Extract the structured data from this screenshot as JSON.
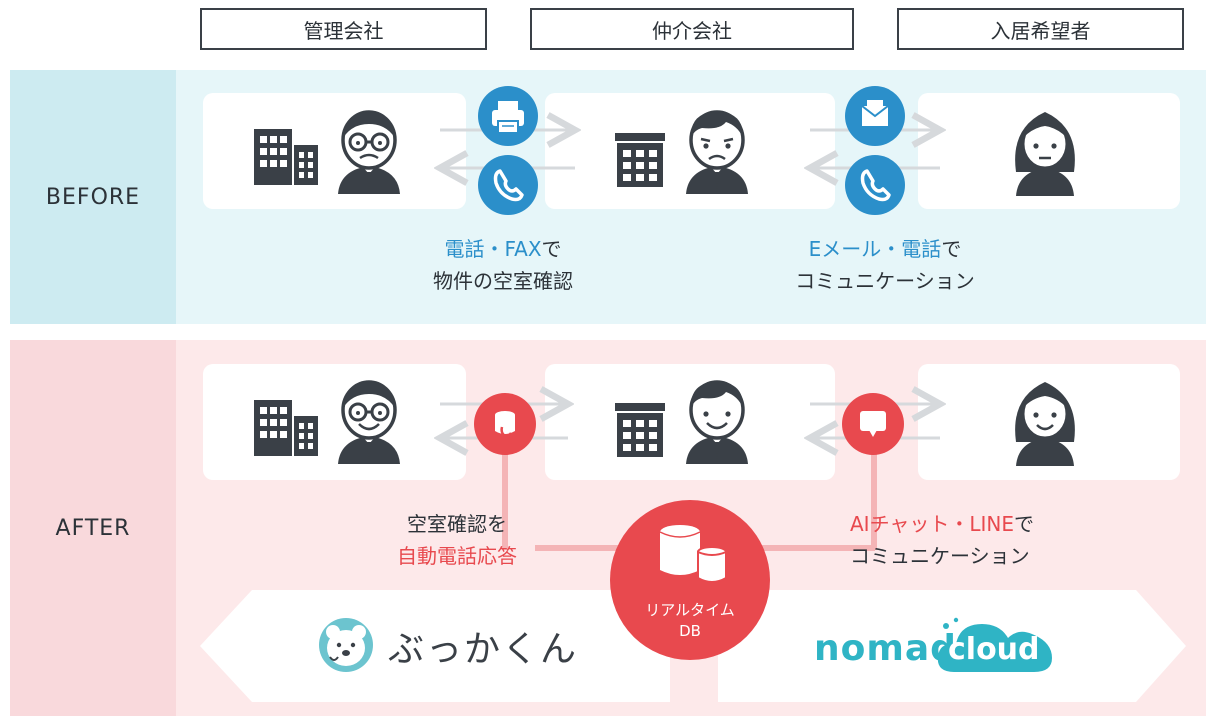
{
  "roles": {
    "management": "管理会社",
    "broker": "仲介会社",
    "applicant": "入居希望者"
  },
  "before": {
    "label": "BEFORE",
    "caption_left_highlight": "電話・FAX",
    "caption_left_suffix": "で",
    "caption_left_line2": "物件の空室確認",
    "caption_right_highlight": "Eメール・電話",
    "caption_right_suffix": "で",
    "caption_right_line2": "コミュニケーション"
  },
  "after": {
    "label": "AFTER",
    "caption_left_line1": "空室確認を",
    "caption_left_highlight": "自動電話応答",
    "caption_right_highlight": "AIチャット・LINE",
    "caption_right_suffix": "で",
    "caption_right_line2": "コミュニケーション",
    "db_label_line1": "リアルタイム",
    "db_label_line2": "DB",
    "product_left": "ぶっかくん",
    "product_right_1": "nomad",
    "product_right_2": "cloud"
  },
  "colors": {
    "before_bg": "#e6f6f9",
    "before_label_bg": "#cdebf1",
    "after_bg": "#fde9ea",
    "after_label_bg": "#f9d9dc",
    "blue_accent": "#2b8fca",
    "red_accent": "#e8494e",
    "nomad_teal": "#2fb4c5"
  },
  "icons": [
    "building-icon",
    "businessman-glasses-icon",
    "fax-icon",
    "phone-icon",
    "office-icon",
    "businessman-icon",
    "mail-icon",
    "woman-icon",
    "phone-db-icon",
    "chat-bubble-icon",
    "database-icon",
    "polar-bear-logo-icon"
  ]
}
